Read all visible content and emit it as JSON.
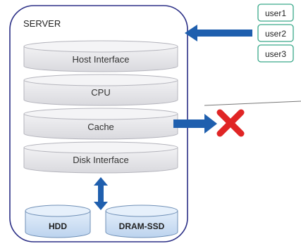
{
  "server": {
    "label": "SERVER"
  },
  "layers": [
    {
      "label": "Host Interface"
    },
    {
      "label": "CPU"
    },
    {
      "label": "Cache"
    },
    {
      "label": "Disk Interface"
    }
  ],
  "storage": [
    {
      "label": "HDD"
    },
    {
      "label": "DRAM-SSD"
    }
  ],
  "users": [
    {
      "label": "user1"
    },
    {
      "label": "user2"
    },
    {
      "label": "user3"
    }
  ],
  "colors": {
    "server_border": "#2b2f86",
    "layer_fill": "#e9e9ec",
    "layer_edge": "#b4b4bc",
    "storage_fill": "#cfe1f5",
    "storage_edge": "#6f8fb6",
    "user_border": "#3aa98a",
    "arrow": "#1f5fae",
    "cross": "#e02525"
  }
}
